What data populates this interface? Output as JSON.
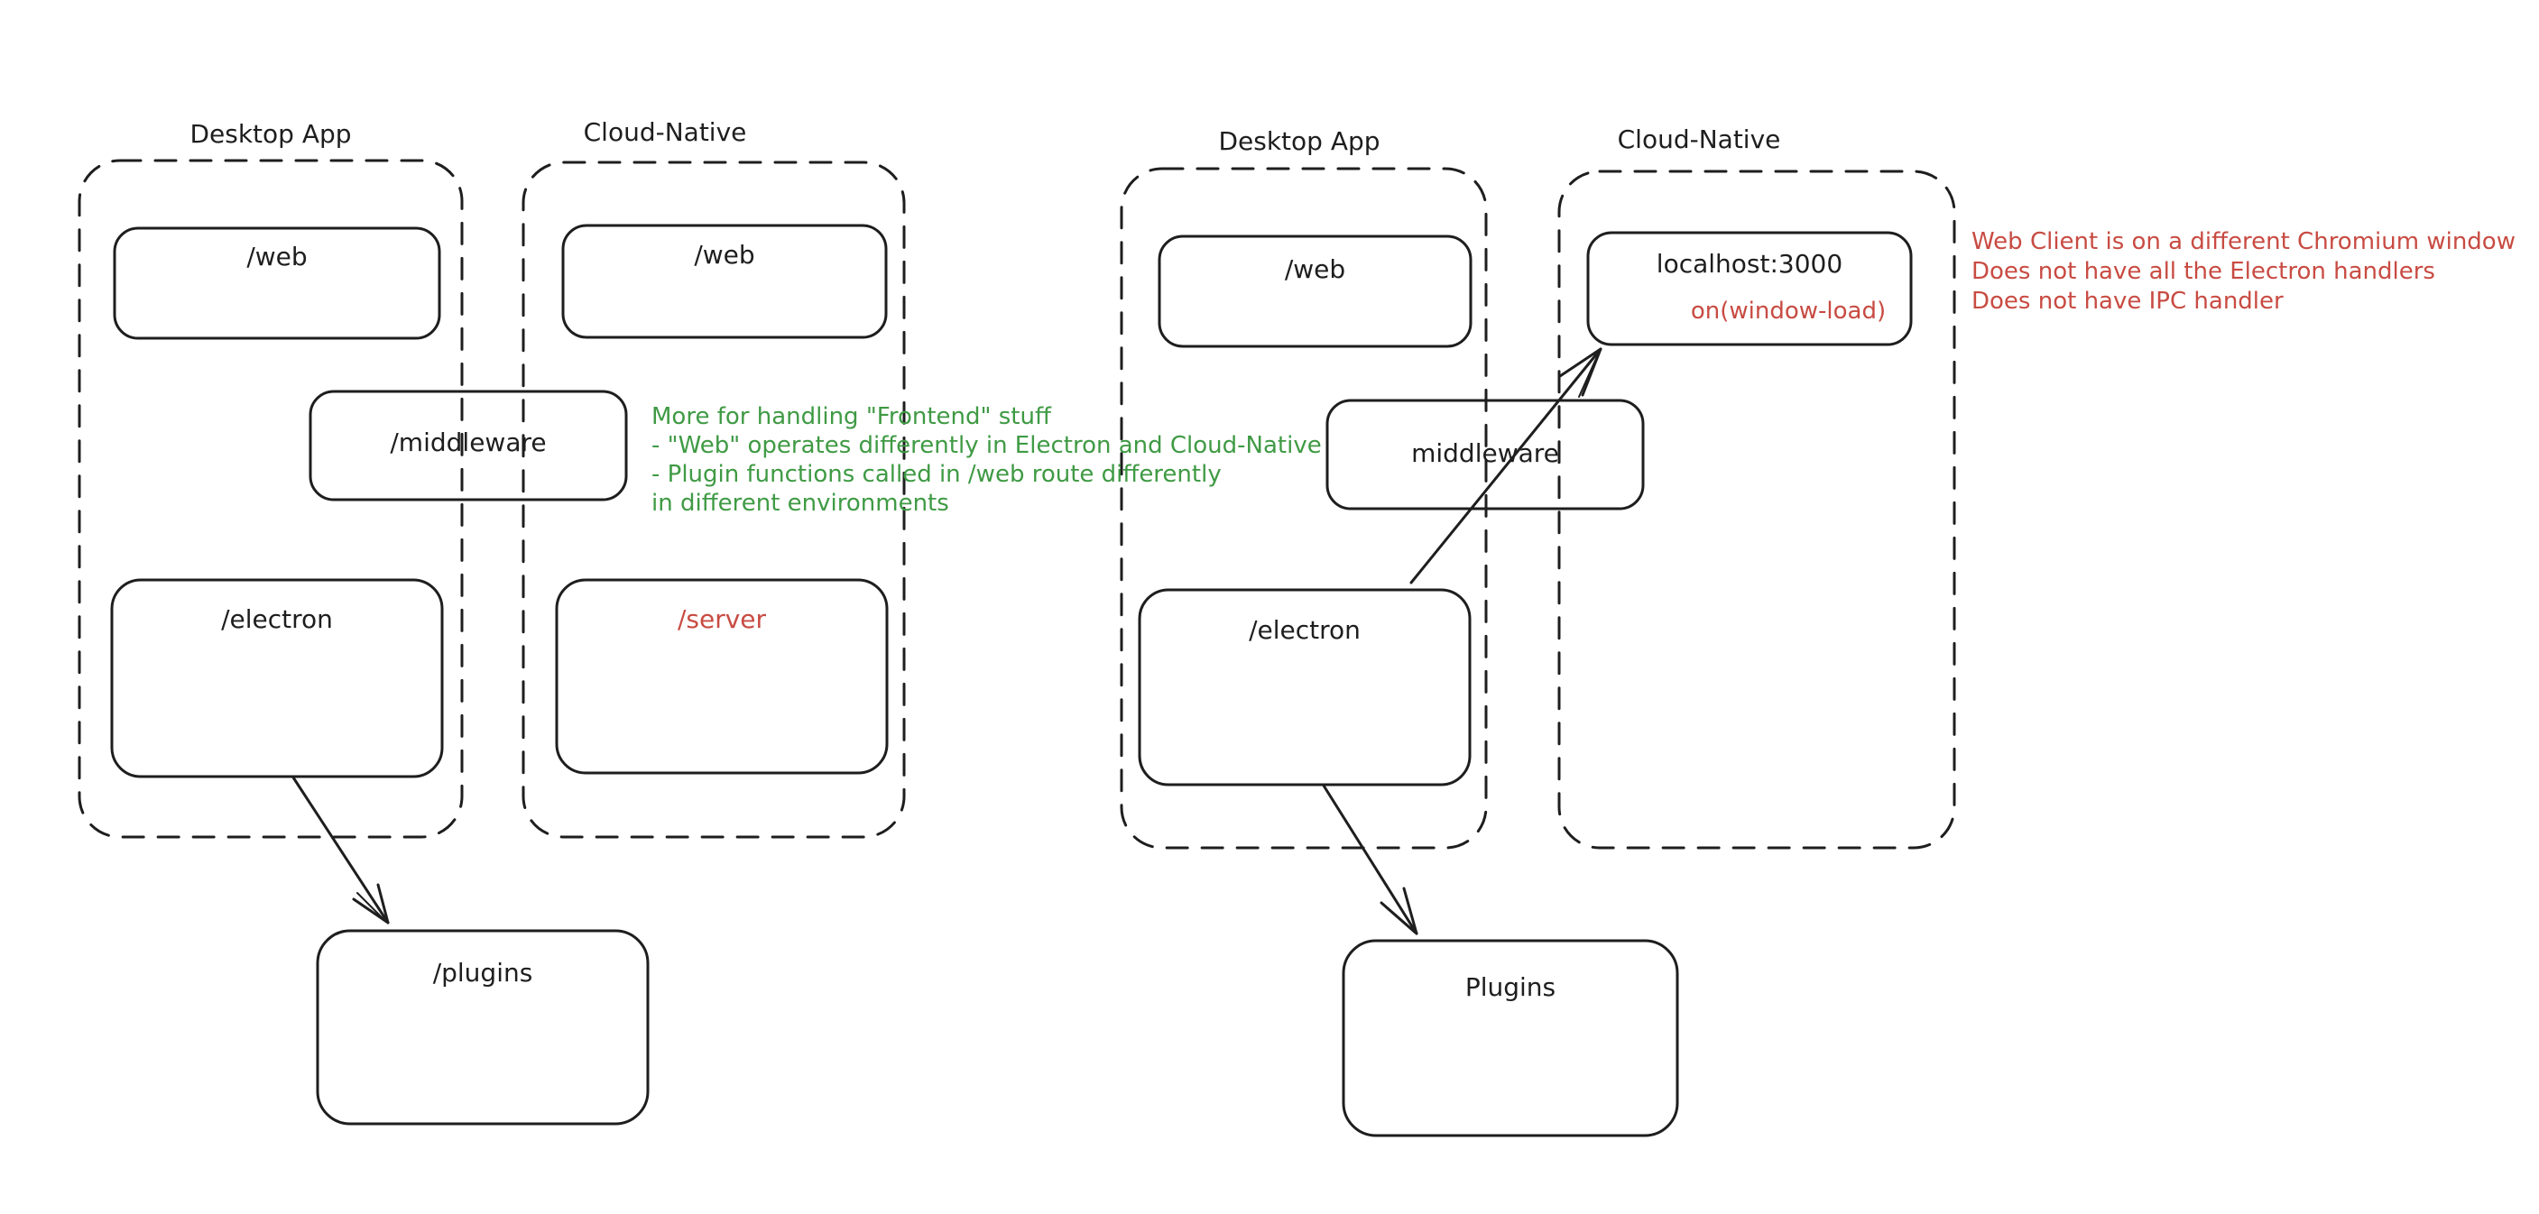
{
  "colors": {
    "ink": "#1e1e1e",
    "red": "#c84b42",
    "green": "#3f9a44",
    "canvas_background": "#ffffff"
  },
  "left": {
    "desktop_title": "Desktop App",
    "cloud_title": "Cloud-Native",
    "desktop_web": "/web",
    "cloud_web": "/web",
    "middleware": "/middleware",
    "electron": "/electron",
    "server": "/server",
    "plugins": "/plugins",
    "note": {
      "lines": [
        "More for handling \"Frontend\" stuff",
        "- \"Web\" operates differently in Electron and Cloud-Native",
        "- Plugin functions called in /web route differently",
        "in different environments"
      ]
    }
  },
  "right": {
    "desktop_title": "Desktop App",
    "cloud_title": "Cloud-Native",
    "desktop_web": "/web",
    "localhost": "localhost:3000",
    "window_load": "on(window-load)",
    "middleware": "middleware",
    "electron": "/electron",
    "plugins": "Plugins",
    "note": {
      "lines": [
        "Web Client is on a different Chromium window",
        "Does not have all the Electron handlers",
        "Does not have IPC handler"
      ]
    }
  }
}
